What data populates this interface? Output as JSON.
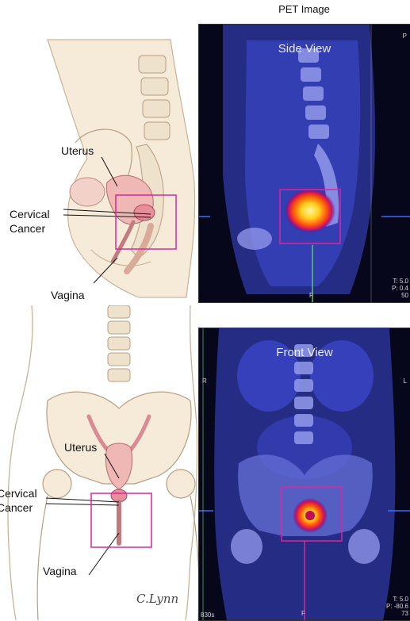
{
  "header": {
    "title": "PET Image"
  },
  "top": {
    "view_label": "Side View",
    "labels": {
      "uterus": "Uterus",
      "cervical": "Cervical",
      "cancer": "Cancer",
      "vagina": "Vagina"
    },
    "corner_top_right": "P",
    "corner_bottom": "F",
    "info": [
      "T: 5.0",
      "P: 0.4",
      "50"
    ]
  },
  "bottom": {
    "view_label": "Front View",
    "labels": {
      "uterus": "Uterus",
      "cervical": "Cervical",
      "cancer": "Cancer",
      "vagina": "Vagina"
    },
    "corner_left": "R",
    "corner_right": "L",
    "corner_bottom": "F",
    "corner_bottom_left": "830s",
    "info": [
      "T: 5.0",
      "P: -80.6",
      "73"
    ]
  },
  "signature": "C.Lynn",
  "colors": {
    "highlight_box": "#e0249c",
    "pet_background": "#06071a",
    "tissue_blue": "#3a46c8"
  }
}
